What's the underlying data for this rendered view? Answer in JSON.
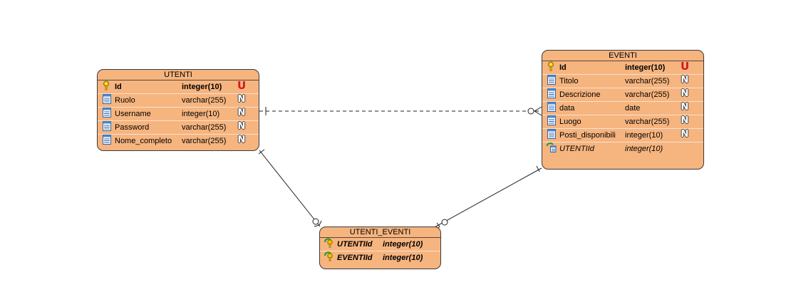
{
  "entities": {
    "utenti": {
      "title": "UTENTI",
      "attributes": [
        {
          "name": "Id",
          "type": "integer(10)",
          "key": "pk",
          "flag": "U",
          "icon": "primary-key-icon"
        },
        {
          "name": "Ruolo",
          "type": "varchar(255)",
          "flag": "N",
          "icon": "column-icon"
        },
        {
          "name": "Username",
          "type": "integer(10)",
          "flag": "N",
          "icon": "column-icon"
        },
        {
          "name": "Password",
          "type": "varchar(255)",
          "flag": "N",
          "icon": "column-icon"
        },
        {
          "name": "Nome_completo",
          "type": "varchar(255)",
          "flag": "N",
          "icon": "column-icon"
        }
      ]
    },
    "eventi": {
      "title": "EVENTI",
      "attributes": [
        {
          "name": "Id",
          "type": "integer(10)",
          "key": "pk",
          "flag": "U",
          "icon": "primary-key-icon"
        },
        {
          "name": "Titolo",
          "type": "varchar(255)",
          "flag": "N",
          "icon": "column-icon"
        },
        {
          "name": "Descrizione",
          "type": "varchar(255)",
          "flag": "N",
          "icon": "column-icon"
        },
        {
          "name": "data",
          "type": "date",
          "flag": "N",
          "icon": "column-icon"
        },
        {
          "name": "Luogo",
          "type": "varchar(255)",
          "flag": "N",
          "icon": "column-icon"
        },
        {
          "name": "Posti_disponibili",
          "type": "integer(10)",
          "flag": "N",
          "icon": "column-icon"
        },
        {
          "name": "UTENTIId",
          "type": "integer(10)",
          "key": "fk-plain",
          "flag": "",
          "icon": "foreign-key-icon"
        }
      ]
    },
    "utenti_eventi": {
      "title": "UTENTI_EVENTI",
      "attributes": [
        {
          "name": "UTENTIId",
          "type": "integer(10)",
          "key": "fk",
          "flag": "",
          "icon": "primary-foreign-key-icon"
        },
        {
          "name": "EVENTIId",
          "type": "integer(10)",
          "key": "fk",
          "flag": "",
          "icon": "primary-foreign-key-icon"
        }
      ]
    }
  },
  "relationships": [
    {
      "name": "utenti-eventi-rel",
      "from": "utenti",
      "to": "eventi",
      "style": "dashed",
      "from_end": "one",
      "to_end": "zero-or-many"
    },
    {
      "name": "utenti-utenti-eventi-rel",
      "from": "utenti",
      "to": "utenti_eventi",
      "style": "solid",
      "from_end": "one",
      "to_end": "zero-or-many"
    },
    {
      "name": "eventi-utenti-eventi-rel",
      "from": "eventi",
      "to": "utenti_eventi",
      "style": "solid",
      "from_end": "one",
      "to_end": "zero-or-many"
    }
  ],
  "colors": {
    "entity_fill": "#f6b47f",
    "entity_border": "#3a3a3a",
    "unique_flag": "#d11a1a",
    "line": "#222222"
  }
}
